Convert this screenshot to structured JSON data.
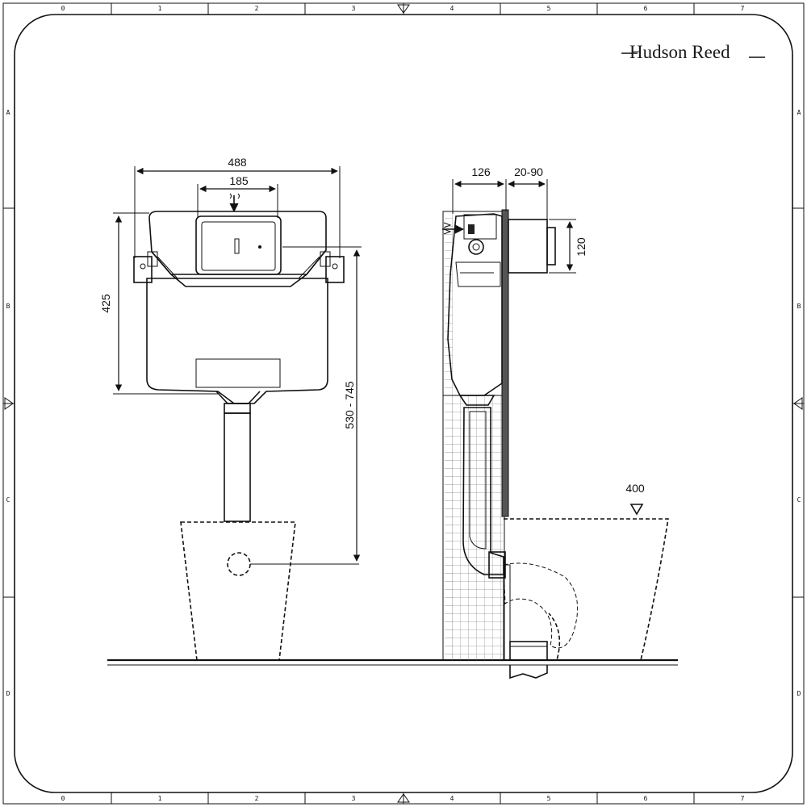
{
  "frame": {
    "columns": [
      "0",
      "1",
      "2",
      "3",
      "4",
      "5",
      "6",
      "7"
    ],
    "rows": [
      "A",
      "B",
      "C",
      "D"
    ]
  },
  "brand": {
    "name": "Hudson Reed"
  },
  "dimensions": {
    "overall_width": "488",
    "panel_width": "185",
    "cistern_height": "425",
    "flush_height": "530 - 745",
    "frame_depth": "126",
    "wall_depth": "20-90",
    "inlet_height": "120",
    "pan_height": "400"
  }
}
